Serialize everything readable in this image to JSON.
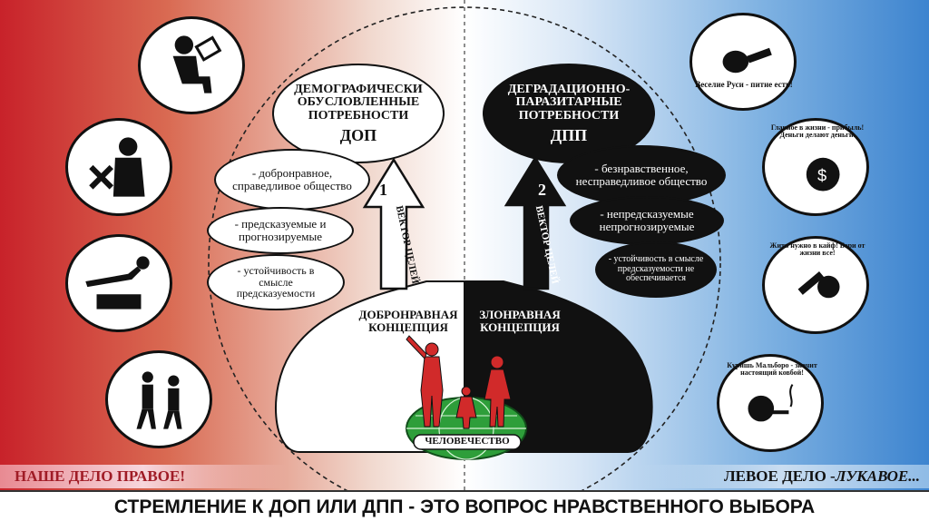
{
  "left": {
    "title": "ДЕМОГРАФИЧЕСКИ ОБУСЛОВЛЕННЫЕ ПОТРЕБНОСТИ",
    "abbr": "ДОП",
    "items": [
      "- добронравное, справедливое общество",
      "- предсказуемые и прогнозируемые",
      "- устойчивость в смысле предсказуемости"
    ],
    "arrow_number": "1",
    "arrow_label": "ВЕКТОР ЦЕЛЕЙ",
    "concept": "ДОБРОНРАВНАЯ КОНЦЕПЦИЯ",
    "banner": "НАШЕ ДЕЛО ПРАВОЕ!"
  },
  "right": {
    "title": "ДЕГРАДАЦИОННО-ПАРАЗИТАРНЫЕ ПОТРЕБНОСТИ",
    "abbr": "ДПП",
    "items": [
      "- безнравственное, несправедливое общество",
      "- непредсказуемые непрогнозируемые",
      "- устойчивость в смысле предсказуемости не обеспечивается"
    ],
    "arrow_number": "2",
    "arrow_label": "ВЕКТОР ЦЕЛЕЙ",
    "concept": "ЗЛОНРАВНАЯ КОНЦЕПЦИЯ",
    "banner_part1": "ЛЕВОЕ ДЕЛО - ",
    "banner_part2": "ЛУКАВОЕ..."
  },
  "center_label": "ЧЕЛОВЕЧЕСТВО",
  "slogans": [
    "Веселие Руси - питие есть!",
    "Главное в жизни - прибыль! Деньги делают деньги.",
    "Жить нужно в кайф! Бери от жизни все!",
    "Куришь Мальборо - значит настоящий ковбой!"
  ],
  "left_icons": [
    "reading-girl-icon",
    "worker-tools-icon",
    "gymnast-icon",
    "hikers-icon"
  ],
  "right_icons": [
    "drinking-man-icon",
    "money-bag-icon",
    "syringe-hand-icon",
    "smoking-man-icon"
  ],
  "footer": "СТРЕМЛЕНИЕ К ДОП ИЛИ ДПП - ЭТО ВОПРОС НРАВСТВЕННОГО ВЫБОРА",
  "colors": {
    "left_accent": "#c8222a",
    "right_accent": "#3d84cf",
    "human_red": "#d12a2a",
    "globe_green": "#2e9e3a"
  }
}
